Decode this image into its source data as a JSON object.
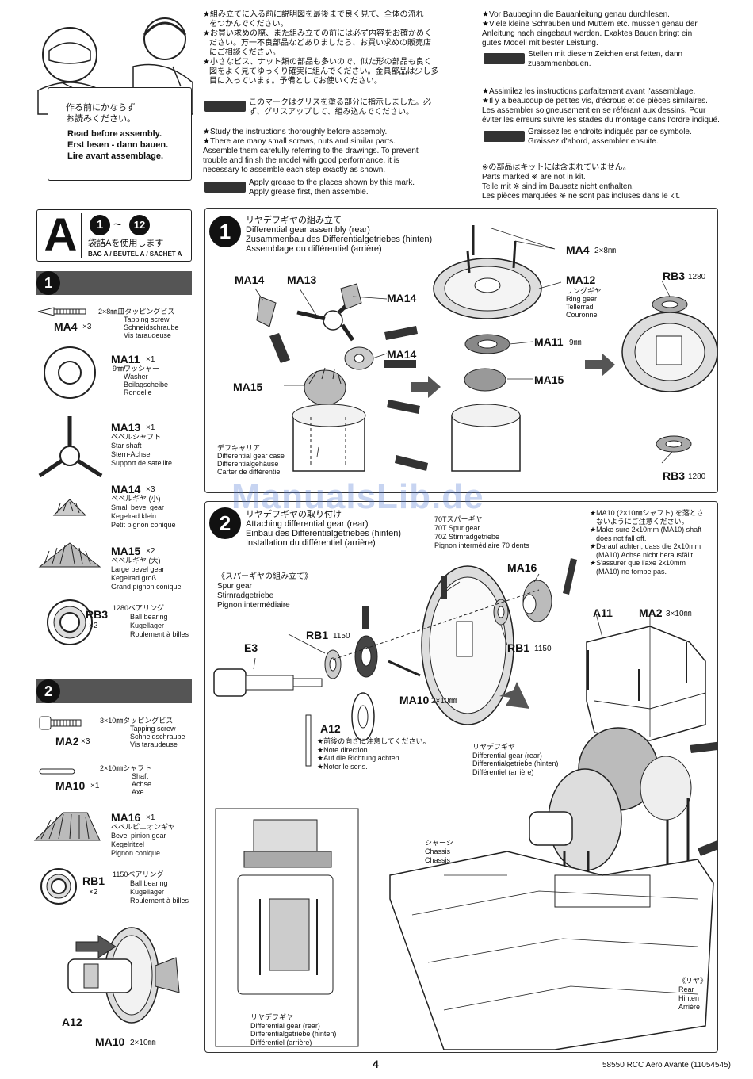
{
  "intro": {
    "read_first_jp": "作る前にかならず\nお読みください。",
    "read_first": [
      "Read before assembly.",
      "Erst lesen - dann bauen.",
      "Lire avant assemblage."
    ]
  },
  "jp_notes": [
    "★組み立てに入る前に説明図を最後まで良く見て、全体の流れ",
    "をつかんでください。",
    "★お買い求めの際、また組み立ての前には必ず内容をお確かめく",
    "ださい。万一不良部品などありましたら、お買い求めの販売店",
    "にご相談ください。",
    "★小さなビス、ナット類の部品も多いので、似た形の部品も良く",
    "図をよく見てゆっくり確実に組んでください。金具部品は少し多",
    "目に入っています。予備としてお使いください。"
  ],
  "jp_grease": "このマークはグリスを塗る部分に指示しました。必\nず、グリスアップして、組み込んでください。",
  "en_notes": [
    "★Study the instructions thoroughly before assembly.",
    "★There are many small screws, nuts and similar parts.",
    "Assemble them carefully referring to the drawings. To prevent",
    "trouble and finish the model with good performance, it is",
    "necessary to assemble each step exactly as shown."
  ],
  "en_grease": [
    "Apply grease to the places shown by this mark.",
    "Apply grease first, then assemble."
  ],
  "de_notes": [
    "★Vor Baubeginn die Bauanleitung genau durchlesen.",
    "★Viele kleine Schrauben und Muttern etc. müssen genau der",
    "Anleitung nach eingebaut werden. Exaktes Bauen bringt ein",
    "gutes Modell mit bester Leistung."
  ],
  "de_grease": [
    "Stellen mit diesem Zeichen erst fetten, dann",
    "zusammenbauen."
  ],
  "fr_notes": [
    "★Assimilez les instructions parfaitement avant l'assemblage.",
    "★Il y a beaucoup de petites vis, d'écrous et de pièces similaires.",
    "Les assembler soigneusement en se référant aux dessins. Pour",
    "éviter les erreurs suivre les stades du montage dans l'ordre indiqué."
  ],
  "fr_grease": [
    "Graissez les endroits indiqués par ce symbole.",
    "Graissez d'abord, assembler ensuite."
  ],
  "not_in_kit": [
    "※の部品はキットには含まれていません。",
    "Parts marked ※ are not in kit.",
    "Teile mit ※ sind im Bausatz nicht enthalten.",
    "Les pièces marquées ※ ne sont pas incluses dans le kit."
  ],
  "bag": {
    "letter": "A",
    "range_from": "1",
    "tilde": "~",
    "range_to": "12",
    "use_jp": "袋詰Aを使用します",
    "use": "BAG A / BEUTEL A / SACHET A"
  },
  "step1_parts": [
    {
      "code": "MA4",
      "qty": "×3",
      "desc": [
        "2×8㎜皿タッピングビス",
        "Tapping screw",
        "Schneidschraube",
        "Vis taraudeuse"
      ]
    },
    {
      "code": "MA11",
      "qty": "×1",
      "desc": [
        "9㎜ワッシャー",
        "Washer",
        "Beilagscheibe",
        "Rondelle"
      ]
    },
    {
      "code": "MA13",
      "qty": "×1",
      "desc": [
        "ベベルシャフト",
        "Star shaft",
        "Stern-Achse",
        "Support de satellite"
      ]
    },
    {
      "code": "MA14",
      "qty": "×3",
      "desc": [
        "ベベルギヤ (小)",
        "Small bevel gear",
        "Kegelrad klein",
        "Petit pignon conique"
      ]
    },
    {
      "code": "MA15",
      "qty": "×2",
      "desc": [
        "ベベルギヤ (大)",
        "Large bevel gear",
        "Kegelrad groß",
        "Grand pignon conique"
      ]
    },
    {
      "code": "RB3",
      "qty": "×2",
      "desc": [
        "1280ベアリング",
        "Ball bearing",
        "Kugellager",
        "Roulement à billes"
      ]
    }
  ],
  "step2_parts": [
    {
      "code": "MA2",
      "qty": "×3",
      "desc": [
        "3×10㎜タッピングビス",
        "Tapping screw",
        "Schneidschraube",
        "Vis taraudeuse"
      ]
    },
    {
      "code": "MA10",
      "qty": "×1",
      "desc": [
        "2×10㎜シャフト",
        "Shaft",
        "Achse",
        "Axe"
      ]
    },
    {
      "code": "MA16",
      "qty": "×1",
      "desc": [
        "ベベルピニオンギヤ",
        "Bevel pinion gear",
        "Kegelritzel",
        "Pignon conique"
      ]
    },
    {
      "code": "RB1",
      "qty": "×2",
      "desc": [
        "1150ベアリング",
        "Ball bearing",
        "Kugellager",
        "Roulement à billes"
      ]
    }
  ],
  "step1_labels": {
    "step": "1",
    "step_side": "1",
    "a12": "A12",
    "ma10": "MA10",
    "ma10_size": "2×10㎜"
  },
  "step2_labels": {
    "step_side": "2"
  },
  "panel1": {
    "num": "1",
    "title": [
      "リヤデフギヤの組み立て",
      "Differential gear assembly (rear)",
      "Zusammenbau des Differentialgetriebes (hinten)",
      "Assemblage du différentiel (arrière)"
    ],
    "labels": {
      "ma14a": "MA14",
      "ma13": "MA13",
      "ma14b": "MA14",
      "ma14c": "MA14",
      "ma15a": "MA15",
      "ma4": "MA4",
      "ma4_size": "2×8㎜",
      "ma12": "MA12",
      "ma11": "MA11",
      "ma11_size": "9㎜",
      "ma15b": "MA15",
      "rb3a": "RB3",
      "rb3a_size": "1280",
      "rb3b": "RB3",
      "rb3b_size": "1280"
    },
    "ring_gear": [
      "リングギヤ",
      "Ring gear",
      "Tellerrad",
      "Couronne"
    ],
    "case": [
      "デフキャリア",
      "Differential gear case",
      "Differentialgehäuse",
      "Carter de différentiel"
    ]
  },
  "panel2": {
    "num": "2",
    "title": [
      "リヤデフギヤの取り付け",
      "Attaching differential gear (rear)",
      "Einbau des Differentialgetriebes (hinten)",
      "Installation du différentiel (arrière)"
    ],
    "spur_sub": [
      "《スパーギヤの組み立て》",
      "Spur gear",
      "Stirnradgetriebe",
      "Pignon intermédiaire"
    ],
    "spur70": [
      "70Tスパーギヤ",
      "70T Spur gear",
      "70Z Stirnradgetriebe",
      "Pignon intermédiaire 70 dents"
    ],
    "warn": [
      "★MA10 (2×10㎜シャフト) を落とさ",
      "ないようにご注意ください。",
      "★Make sure 2x10mm (MA10) shaft",
      "does not fall off.",
      "★Darauf achten, dass die 2x10mm",
      "(MA10) Achse nicht herausfällt.",
      "★S'assurer que l'axe 2x10mm",
      "(MA10) ne tombe pas."
    ],
    "direction": [
      "★前後の向きに注意してください。",
      "★Note direction.",
      "★Auf die Richtung achten.",
      "★Noter le sens."
    ],
    "labels": {
      "ma16": "MA16",
      "rb1a": "RB1",
      "rb1a_size": "1150",
      "rb1b": "RB1",
      "rb1b_size": "1150",
      "e3": "E3",
      "ma10": "MA10",
      "ma10_size": "2×10㎜",
      "a12": "A12",
      "a11": "A11",
      "ma2": "MA2",
      "ma2_size": "3×10㎜"
    },
    "diff": [
      "リヤデフギヤ",
      "Differential gear (rear)",
      "Differentialgetriebe (hinten)",
      "Différentiel (arrière)"
    ],
    "chassis": [
      "シャーシ",
      "Chassis",
      "Chassis"
    ],
    "rear": [
      "《リヤ》",
      "Rear",
      "Hinten",
      "Arrière"
    ],
    "inset_diff": [
      "リヤデフギヤ",
      "Differential gear (rear)",
      "Differentialgetriebe (hinten)",
      "Différentiel (arrière)"
    ]
  },
  "watermark": "ManualsLib.de",
  "footer": {
    "page": "4",
    "code": "58550 RCC Aero Avante (11054545)"
  }
}
